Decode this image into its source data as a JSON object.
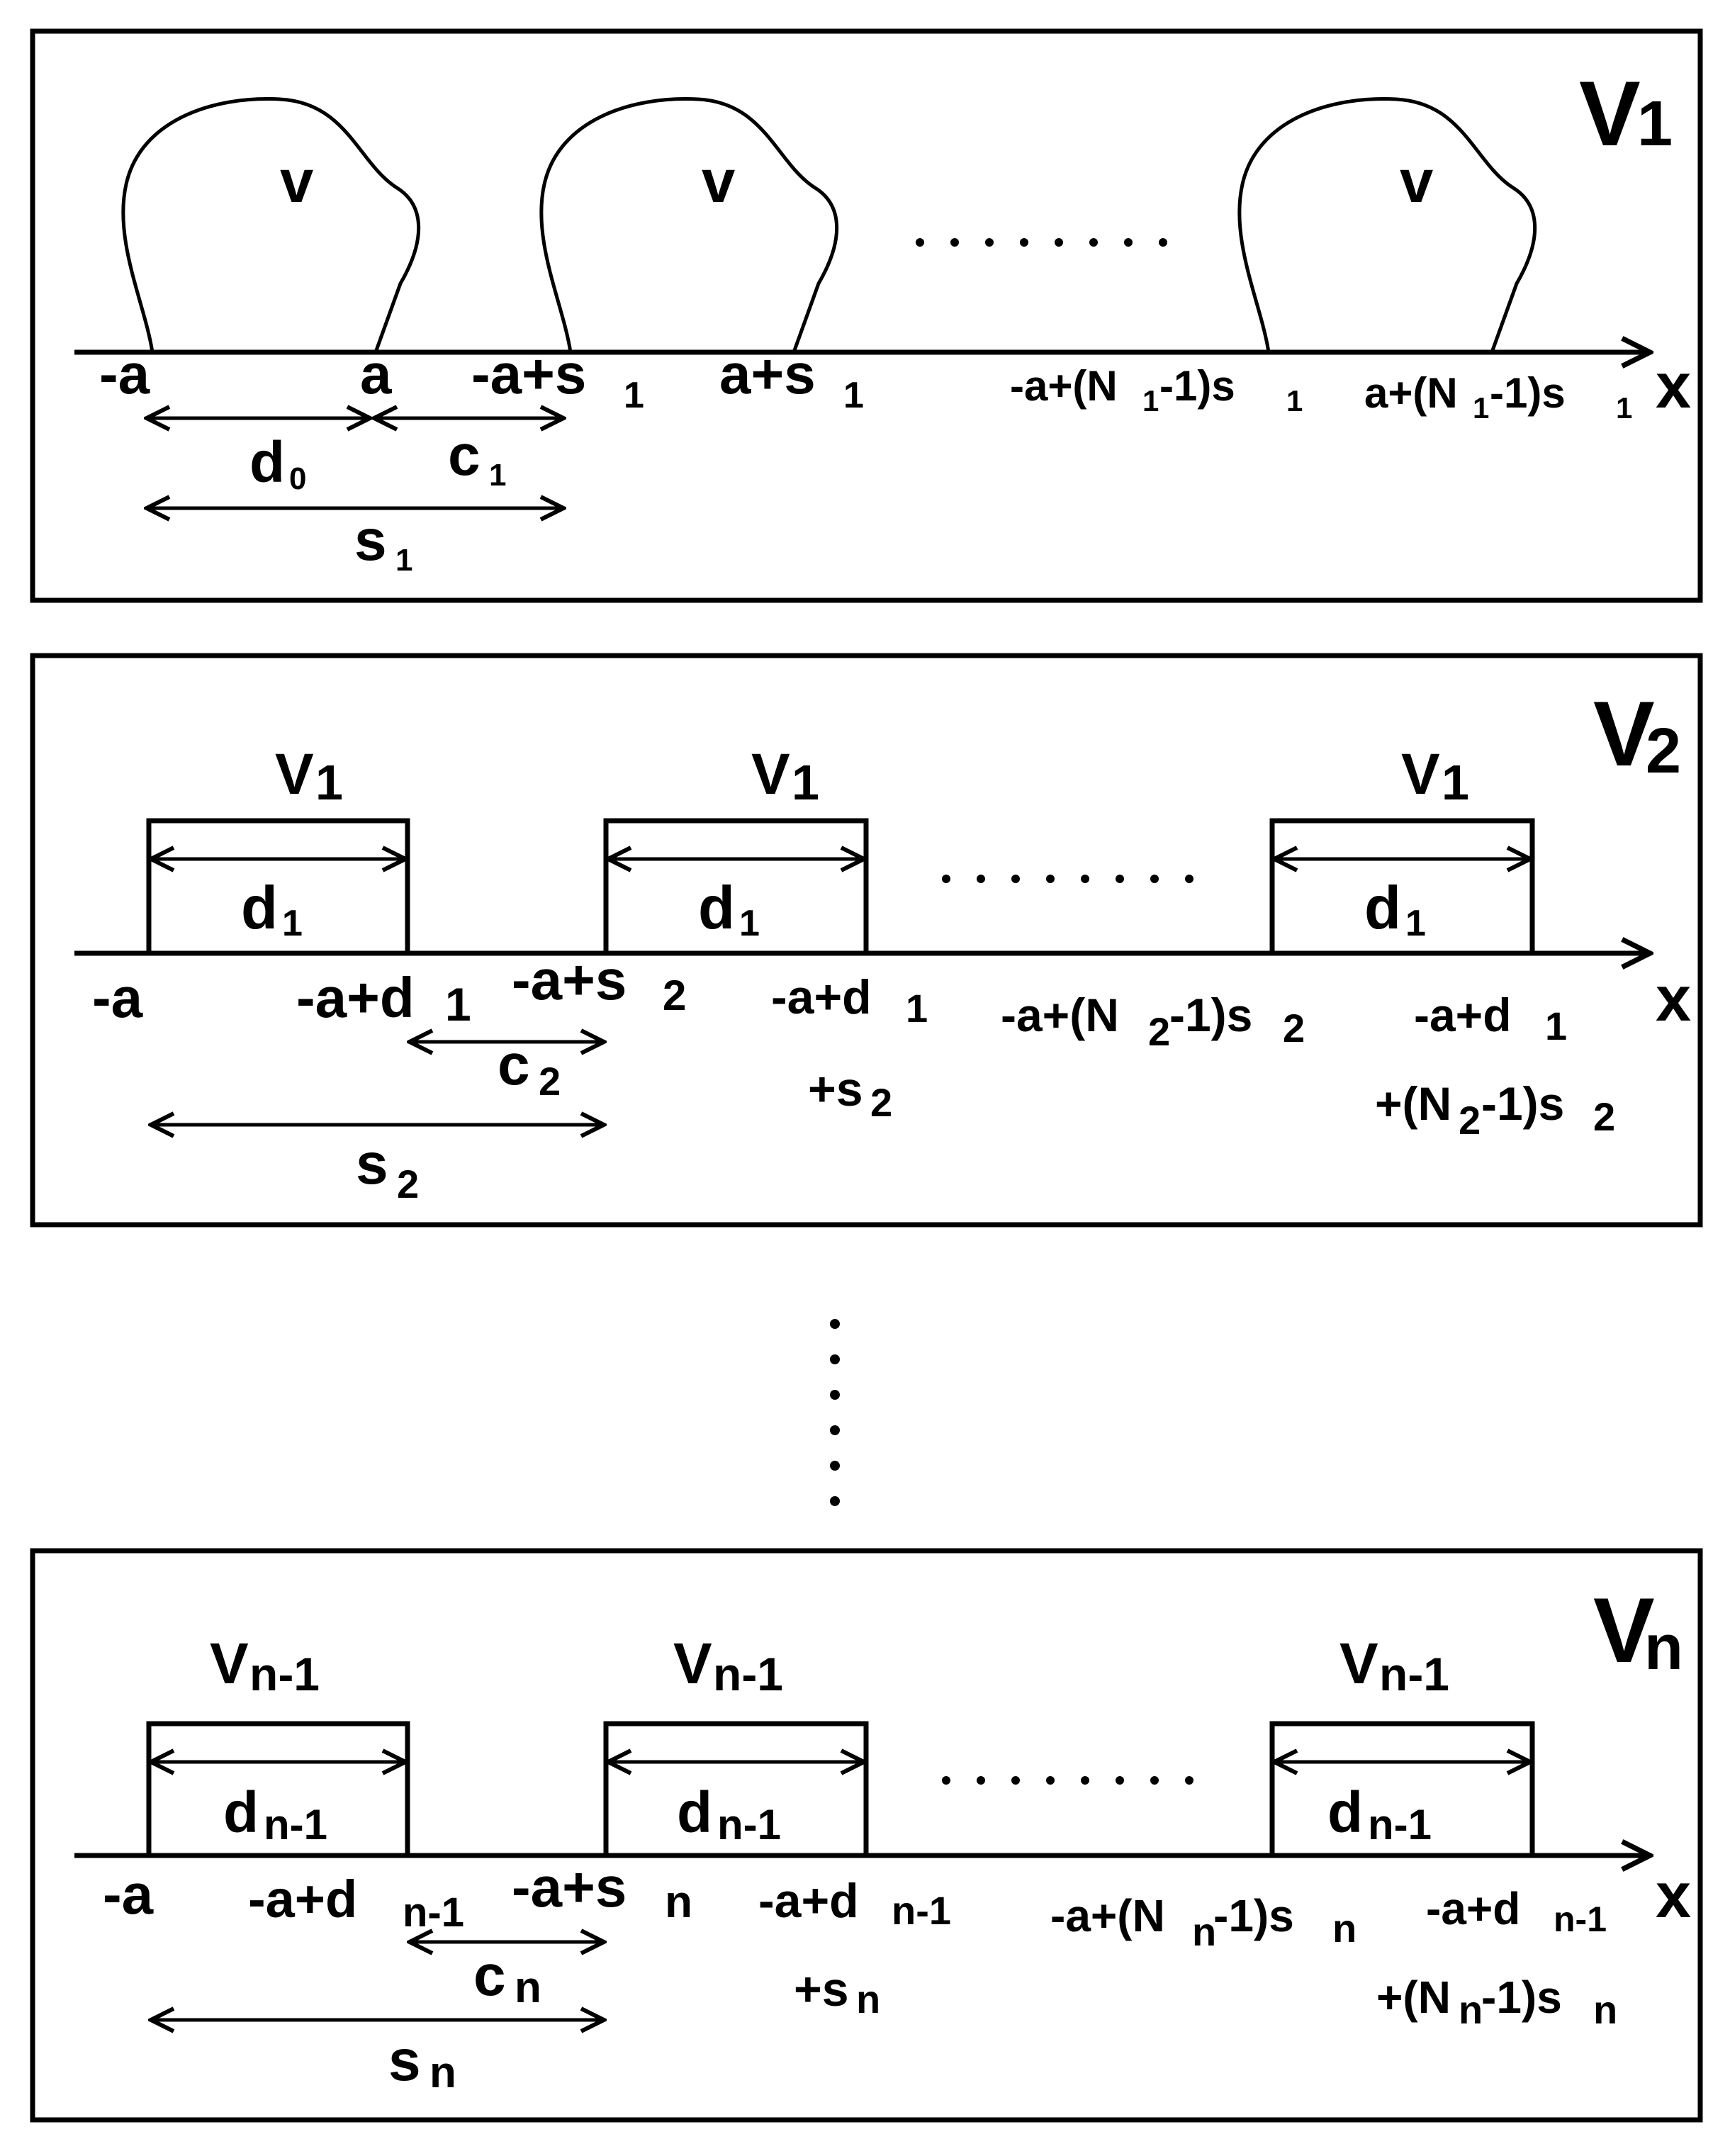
{
  "panel1": {
    "title": "V",
    "title_sub": "1",
    "object_label": "v",
    "axis_label": "x",
    "ticks": {
      "t1": "-a",
      "t2": "a",
      "t3_main": "-a+s",
      "t3_sub": "1",
      "t4_main": "a+s",
      "t4_sub": "1",
      "t5_a": "-a+(N",
      "t5_sub": "1",
      "t5_b": "-1)s",
      "t5_sub2": "1",
      "t6_a": "a+(N",
      "t6_sub": "1",
      "t6_b": "-1)s",
      "t6_sub2": "1"
    },
    "dims": {
      "d0_main": "d",
      "d0_sub": "0",
      "c1_main": "c",
      "c1_sub": "1",
      "s1_main": "s",
      "s1_sub": "1"
    }
  },
  "panel2": {
    "title": "V",
    "title_sub": "2",
    "box_label": "V",
    "box_label_sub": "1",
    "width_main": "d",
    "width_sub": "1",
    "axis_label": "x",
    "ticks": {
      "t1": "-a",
      "t2_main": "-a+d",
      "t2_sub": "1",
      "t3_main": "-a+s",
      "t3_sub": "2",
      "t4_main": "-a+d",
      "t4_sub": "1",
      "t4_line2_main": "+s",
      "t4_line2_sub": "2",
      "t5_a": "-a+(N",
      "t5_sub": "2",
      "t5_b": "-1)s",
      "t5_sub2": "2",
      "t6_main": "-a+d",
      "t6_sub": "1",
      "t6_line2_a": "+(N",
      "t6_line2_sub": "2",
      "t6_line2_b": "-1)s",
      "t6_line2_sub2": "2"
    },
    "dims": {
      "c_main": "c",
      "c_sub": "2",
      "s_main": "s",
      "s_sub": "2"
    }
  },
  "panel3": {
    "title": "V",
    "title_sub": "n",
    "box_label": "V",
    "box_label_sub": "n-1",
    "width_main": "d",
    "width_sub": "n-1",
    "axis_label": "x",
    "ticks": {
      "t1": "-a",
      "t2_main": "-a+d",
      "t2_sub": "n-1",
      "t3_main": "-a+s",
      "t3_sub": "n",
      "t4_main": "-a+d",
      "t4_sub": "n-1",
      "t4_line2_main": "+s",
      "t4_line2_sub": "n",
      "t5_a": "-a+(N",
      "t5_sub": "n",
      "t5_b": "-1)s",
      "t5_sub2": "n",
      "t6_main": "-a+d",
      "t6_sub": "n-1",
      "t6_line2_a": "+(N",
      "t6_line2_sub": "n",
      "t6_line2_b": "-1)s",
      "t6_line2_sub2": "n"
    },
    "dims": {
      "c_main": "c",
      "c_sub": "n",
      "s_main": "s",
      "s_sub": "n"
    }
  }
}
